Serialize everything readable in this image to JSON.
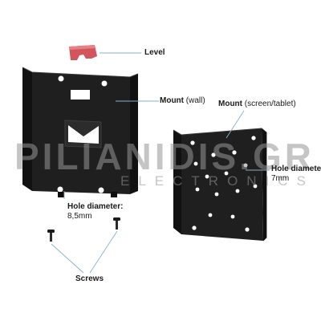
{
  "labels": {
    "level": "Level",
    "mount_wall_bold": "Mount",
    "mount_wall_light": "(wall)",
    "mount_screen_bold": "Mount",
    "mount_screen_light": "(screen/tablet)",
    "hole_left_title": "Hole diameter:",
    "hole_left_value": "8,5mm",
    "hole_right_title": "Hole diameter:",
    "hole_right_value": "7mm",
    "screws": "Screws"
  },
  "watermark": {
    "brand": "PILIANIDIS.GR",
    "sub": "ELECTRONICS"
  },
  "colors": {
    "plate": "#1f1f1f",
    "plate_edge": "#3a3a3a",
    "level": "#d2555c",
    "callout_line": "#8ab0c8",
    "watermark": "#b8b8b8"
  }
}
